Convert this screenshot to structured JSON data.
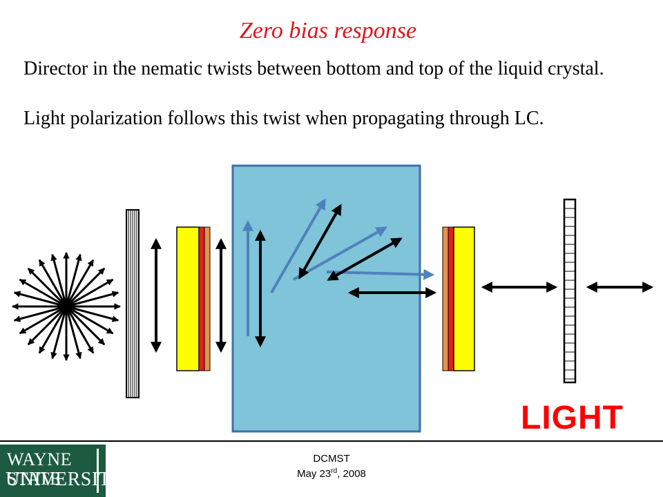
{
  "slide": {
    "title": "Zero bias response",
    "paragraph_1": "Director in the nematic twists between bottom and top of the liquid crystal.",
    "paragraph_2": "Light polarization follows this twist when propagating through LC.",
    "light_label": "LIGHT"
  },
  "footer": {
    "event": "DCMST",
    "date_prefix": "May 23",
    "date_superscript": "rd",
    "date_suffix": ", 2008",
    "logo_line_1": "WAYNE STATE",
    "logo_line_2": "UNIVERSITY"
  },
  "colors": {
    "title": "#e0141e",
    "light_label": "#ff0000",
    "lc_cell_fill": "#7fc4d8",
    "lc_cell_border": "#3f6ea8",
    "electrode_yellow": "#ffff00",
    "electrode_red": "#e02020",
    "electrode_orange": "#e8924a",
    "director_blue": "#4f81bd",
    "logo_green": "#1c5b40"
  },
  "icons": {
    "unpolarized_source": "starburst-arrows-icon",
    "polarizer": "striped-polarizer-icon",
    "analyzer": "ladder-analyzer-icon"
  }
}
